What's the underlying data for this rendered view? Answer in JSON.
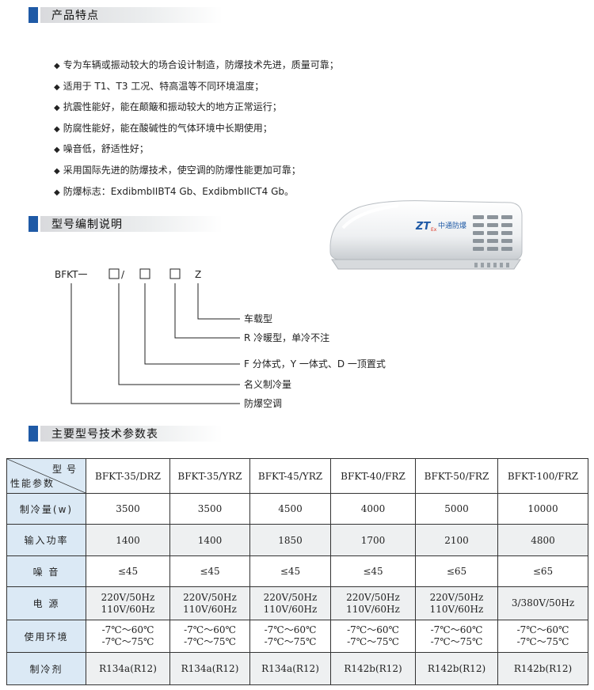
{
  "sections": {
    "features_title": "产品特点",
    "model_title": "型号编制说明",
    "table_title": "主要型号技术参数表"
  },
  "features": [
    "专为车辆或振动较大的场合设计制造，防爆技术先进，质量可靠；",
    "适用于 T1、T3 工况、特高温等不同环境温度；",
    "抗震性能好，能在颠簸和振动较大的地方正常运行；",
    "防腐性能好，能在酸碱性的气体环境中长期使用；",
    "噪音低，舒适性好；",
    "采用国际先进的防爆技术，使空调的防爆性能更加可靠；",
    "防爆标志：ExdibmbIIBT4 Gb、ExdibmbIICT4 Gb。"
  ],
  "bullet": "◆",
  "product": {
    "logo_mark": "ZT",
    "logo_sub": "Ex",
    "brand": "中通防爆"
  },
  "model_code": {
    "prefix": "BFKT一",
    "slash": "/",
    "suffix": "Z",
    "labels": [
      "车载型",
      "R 冷暖型，单冷不注",
      "F 分体式，Y 一体式、D 一顶置式",
      "名义制冷量",
      "防爆空调"
    ]
  },
  "table": {
    "corner_top": "型号",
    "corner_bottom": "性能参数",
    "models": [
      "BFKT-35/DRZ",
      "BFKT-35/YRZ",
      "BFKT-45/YRZ",
      "BFKT-40/FRZ",
      "BFKT-50/FRZ",
      "BFKT-100/FRZ"
    ],
    "rows": [
      {
        "label": "制冷量(w)",
        "values": [
          "3500",
          "3500",
          "4500",
          "4000",
          "5000",
          "10000"
        ]
      },
      {
        "label": "输入功率",
        "values": [
          "1400",
          "1400",
          "1850",
          "1700",
          "2100",
          "4800"
        ]
      },
      {
        "label": "噪  音",
        "values": [
          "≤45",
          "≤45",
          "≤45",
          "≤45",
          "≤65",
          "≤65"
        ]
      },
      {
        "label": "电  源",
        "values": [
          [
            "220V/50Hz",
            "110V/60Hz"
          ],
          [
            "220V/50Hz",
            "110V/60Hz"
          ],
          [
            "220V/50Hz",
            "110V/60Hz"
          ],
          [
            "220V/50Hz",
            "110V/60Hz"
          ],
          [
            "220V/50Hz",
            "110V/60Hz"
          ],
          [
            "3/380V/50Hz"
          ]
        ]
      },
      {
        "label": "使用环境",
        "values": [
          [
            "-7℃～60℃",
            "-7℃～75℃"
          ],
          [
            "-7℃～60℃",
            "-7℃～75℃"
          ],
          [
            "-7℃～60℃",
            "-7℃～75℃"
          ],
          [
            "-7℃～60℃",
            "-7℃～75℃"
          ],
          [
            "-7℃～60℃",
            "-7℃～75℃"
          ],
          [
            "-7℃～60℃",
            "-7℃～75℃"
          ]
        ]
      },
      {
        "label": "制冷剂",
        "values": [
          "R134a(R12)",
          "R134a(R12)",
          "R134a(R12)",
          "R142b(R12)",
          "R142b(R12)",
          "R142b(R12)"
        ]
      }
    ]
  }
}
